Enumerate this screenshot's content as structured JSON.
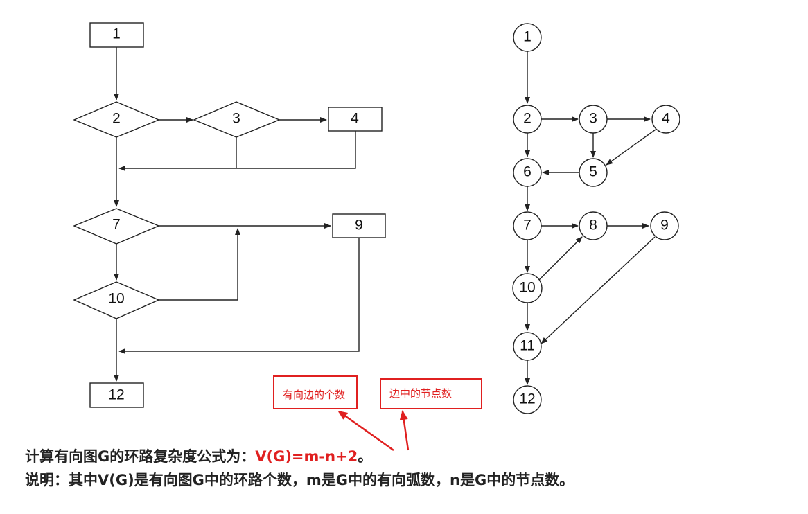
{
  "flowchart": {
    "boxes": [
      "1",
      "4",
      "9",
      "12"
    ],
    "diamonds": [
      "2",
      "3",
      "7",
      "10"
    ]
  },
  "flowgraph": {
    "nodes": [
      "1",
      "2",
      "3",
      "4",
      "5",
      "6",
      "7",
      "8",
      "9",
      "10",
      "11",
      "12"
    ]
  },
  "callouts": {
    "edges_note": "有向边的个数",
    "nodes_note": "边中的节点数"
  },
  "formula": {
    "line1_prefix": "计算有向图G的环路复杂度公式为：",
    "line1_formula": "V(G)=m-n+2",
    "line1_suffix": "。",
    "line2": "说明：其中V(G)是有向图G中的环路个数，m是G中的有向弧数，n是G中的节点数。"
  },
  "colors": {
    "accent": "#e02020",
    "ink": "#222222"
  }
}
